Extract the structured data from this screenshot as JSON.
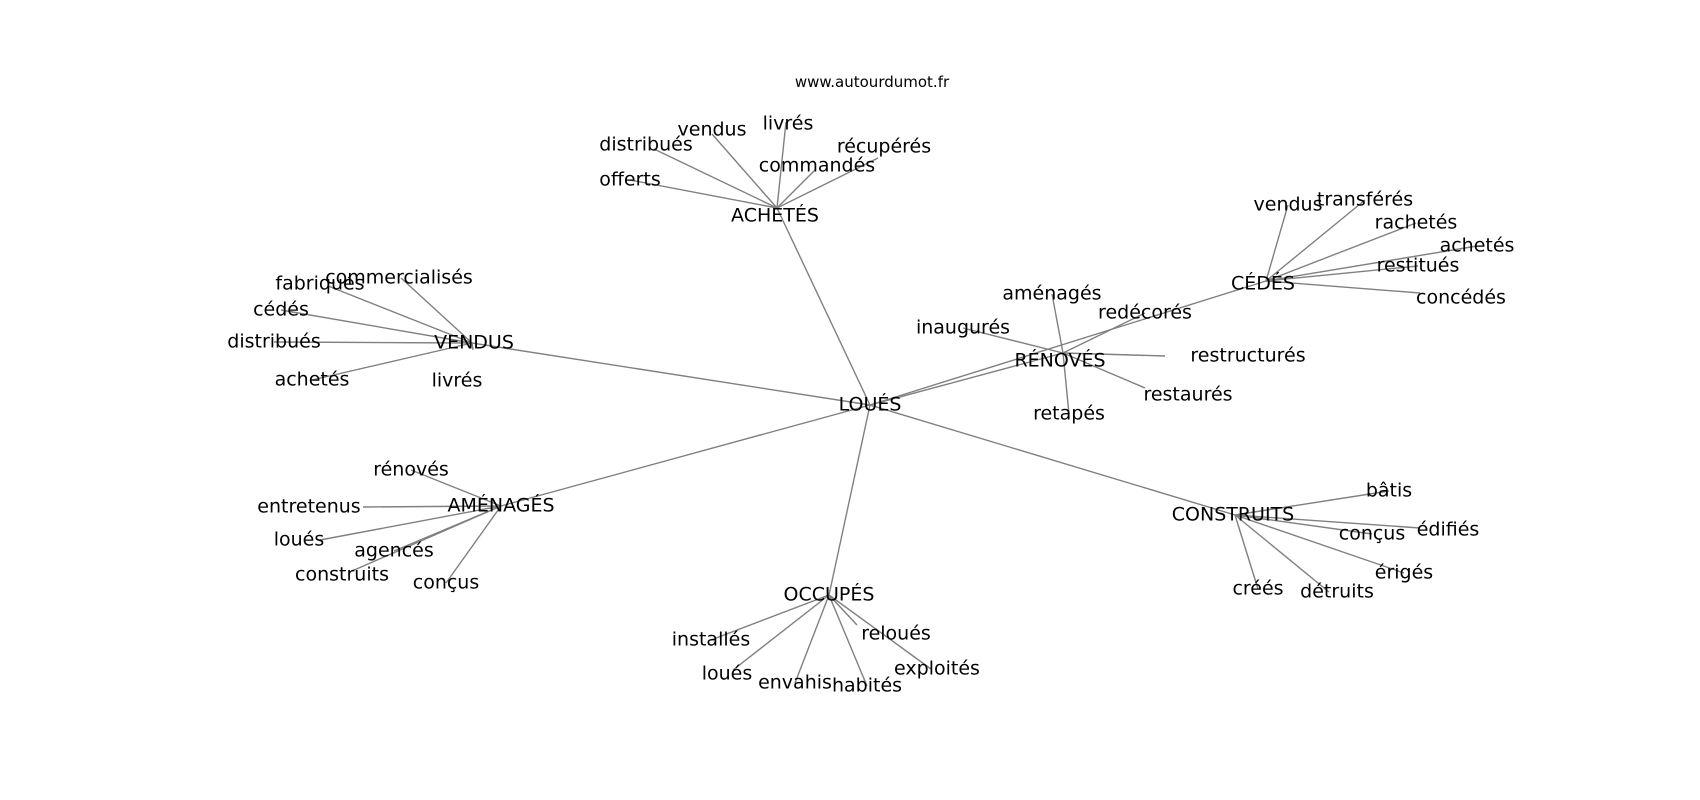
{
  "source": "www.autourdumot.fr",
  "nodes": [
    {
      "id": "loues_center",
      "label": "LOUÉS"
    },
    {
      "id": "achetes_hub",
      "label": "ACHETÉS"
    },
    {
      "id": "vendus_hub",
      "label": "VENDUS"
    },
    {
      "id": "amenages_hub",
      "label": "AMÉNAGÉS"
    },
    {
      "id": "occupes_hub",
      "label": "OCCUPÉS"
    },
    {
      "id": "construits_hub",
      "label": "CONSTRUITS"
    },
    {
      "id": "renoves_hub",
      "label": "RÉNOVÉS"
    },
    {
      "id": "cedes_hub",
      "label": "CÉDÉS"
    },
    {
      "id": "a_distribues",
      "label": "distribués"
    },
    {
      "id": "a_vendus",
      "label": "vendus"
    },
    {
      "id": "a_livres",
      "label": "livrés"
    },
    {
      "id": "a_recuperes",
      "label": "récupérés"
    },
    {
      "id": "a_commandes",
      "label": "commandés"
    },
    {
      "id": "a_offerts",
      "label": "offerts"
    },
    {
      "id": "v_fabriques",
      "label": "fabriqués"
    },
    {
      "id": "v_commercialises",
      "label": "commercialisés"
    },
    {
      "id": "v_cedes",
      "label": "cédés"
    },
    {
      "id": "v_distribues",
      "label": "distribués"
    },
    {
      "id": "v_achetes",
      "label": "achetés"
    },
    {
      "id": "v_livres",
      "label": "livrés"
    },
    {
      "id": "m_renoves",
      "label": "rénovés"
    },
    {
      "id": "m_entretenus",
      "label": "entretenus"
    },
    {
      "id": "m_loues",
      "label": "loués"
    },
    {
      "id": "m_agences",
      "label": "agencés"
    },
    {
      "id": "m_construits",
      "label": "construits"
    },
    {
      "id": "m_concus",
      "label": "conçus"
    },
    {
      "id": "o_installes",
      "label": "installés"
    },
    {
      "id": "o_reloues",
      "label": "reloués"
    },
    {
      "id": "o_exploites",
      "label": "exploités"
    },
    {
      "id": "o_loues",
      "label": "loués"
    },
    {
      "id": "o_envahis",
      "label": "envahis"
    },
    {
      "id": "o_habites",
      "label": "habités"
    },
    {
      "id": "c_batis",
      "label": "bâtis"
    },
    {
      "id": "c_concus",
      "label": "conçus"
    },
    {
      "id": "c_edifies",
      "label": "édifiés"
    },
    {
      "id": "c_eriges",
      "label": "érigés"
    },
    {
      "id": "c_crees",
      "label": "créés"
    },
    {
      "id": "c_detruits",
      "label": "détruits"
    },
    {
      "id": "r_amenages",
      "label": "aménagés"
    },
    {
      "id": "r_redecores",
      "label": "redécorés"
    },
    {
      "id": "r_inaugures",
      "label": "inaugurés"
    },
    {
      "id": "r_restructures",
      "label": "restructurés"
    },
    {
      "id": "r_restaures",
      "label": "restaurés"
    },
    {
      "id": "r_retapes",
      "label": "retapés"
    },
    {
      "id": "d_vendus",
      "label": "vendus"
    },
    {
      "id": "d_transferes",
      "label": "transférés"
    },
    {
      "id": "d_rachetes",
      "label": "rachetés"
    },
    {
      "id": "d_achetes",
      "label": "achetés"
    },
    {
      "id": "d_restitues",
      "label": "restitués"
    },
    {
      "id": "d_concedes",
      "label": "concédés"
    }
  ],
  "edges": [
    [
      "loues_center",
      "achetes_hub"
    ],
    [
      "loues_center",
      "vendus_hub"
    ],
    [
      "loues_center",
      "amenages_hub"
    ],
    [
      "loues_center",
      "occupes_hub"
    ],
    [
      "loues_center",
      "construits_hub"
    ],
    [
      "loues_center",
      "renoves_hub"
    ],
    [
      "loues_center",
      "cedes_hub"
    ],
    [
      "achetes_hub",
      "a_distribues"
    ],
    [
      "achetes_hub",
      "a_vendus"
    ],
    [
      "achetes_hub",
      "a_livres"
    ],
    [
      "achetes_hub",
      "a_recuperes"
    ],
    [
      "achetes_hub",
      "a_commandes"
    ],
    [
      "achetes_hub",
      "a_offerts"
    ],
    [
      "vendus_hub",
      "v_fabriques"
    ],
    [
      "vendus_hub",
      "v_commercialises"
    ],
    [
      "vendus_hub",
      "v_cedes"
    ],
    [
      "vendus_hub",
      "v_distribues"
    ],
    [
      "vendus_hub",
      "v_achetes"
    ],
    [
      "vendus_hub",
      "v_livres"
    ],
    [
      "amenages_hub",
      "m_renoves"
    ],
    [
      "amenages_hub",
      "m_entretenus"
    ],
    [
      "amenages_hub",
      "m_loues"
    ],
    [
      "amenages_hub",
      "m_agences"
    ],
    [
      "amenages_hub",
      "m_construits"
    ],
    [
      "amenages_hub",
      "m_concus"
    ],
    [
      "occupes_hub",
      "o_installes"
    ],
    [
      "occupes_hub",
      "o_reloues"
    ],
    [
      "occupes_hub",
      "o_exploites"
    ],
    [
      "occupes_hub",
      "o_loues"
    ],
    [
      "occupes_hub",
      "o_envahis"
    ],
    [
      "occupes_hub",
      "o_habites"
    ],
    [
      "construits_hub",
      "c_batis"
    ],
    [
      "construits_hub",
      "c_concus"
    ],
    [
      "construits_hub",
      "c_edifies"
    ],
    [
      "construits_hub",
      "c_eriges"
    ],
    [
      "construits_hub",
      "c_crees"
    ],
    [
      "construits_hub",
      "c_detruits"
    ],
    [
      "renoves_hub",
      "r_amenages"
    ],
    [
      "renoves_hub",
      "r_redecores"
    ],
    [
      "renoves_hub",
      "r_inaugures"
    ],
    [
      "renoves_hub",
      "r_restructures"
    ],
    [
      "renoves_hub",
      "r_restaures"
    ],
    [
      "renoves_hub",
      "r_retapes"
    ],
    [
      "cedes_hub",
      "d_vendus"
    ],
    [
      "cedes_hub",
      "d_transferes"
    ],
    [
      "cedes_hub",
      "d_rachetes"
    ],
    [
      "cedes_hub",
      "d_achetes"
    ],
    [
      "cedes_hub",
      "d_restitues"
    ],
    [
      "cedes_hub",
      "d_concedes"
    ]
  ]
}
